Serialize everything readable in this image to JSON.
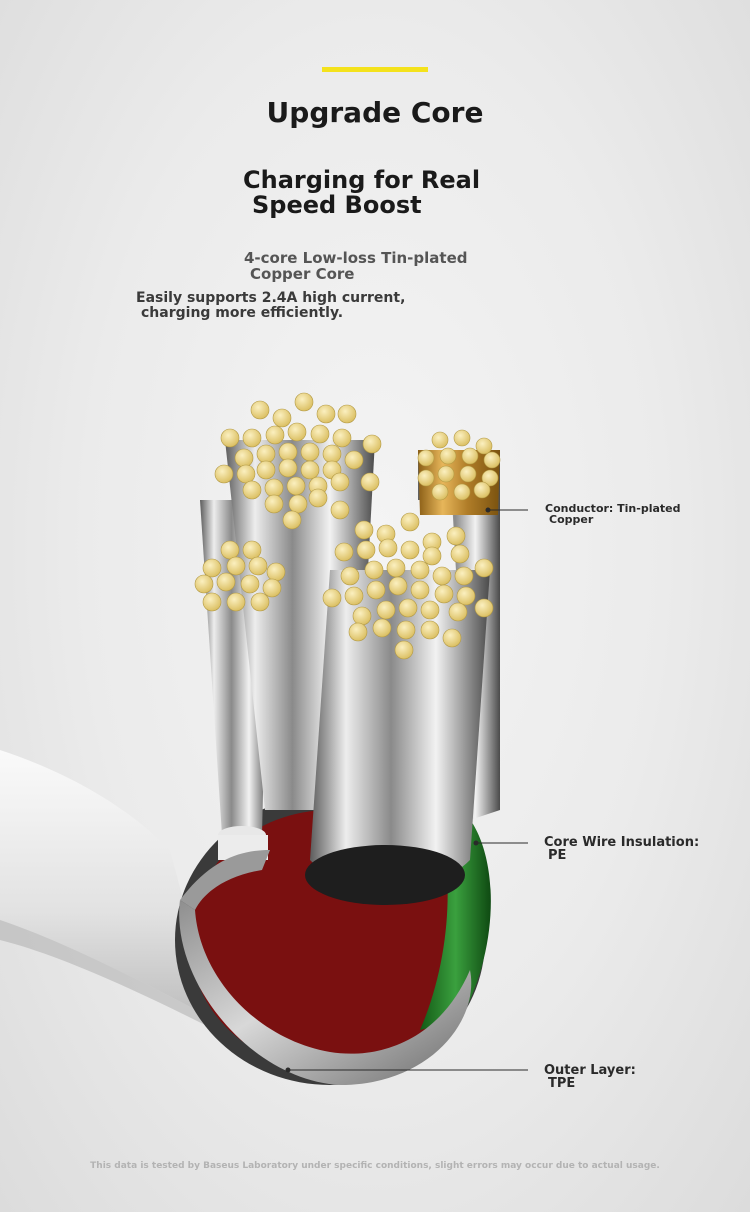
{
  "colors": {
    "accent": "#f4e21c",
    "copper": "#c99a3a",
    "tin": "#e9d17d",
    "insulation_green": "#2a8a2e",
    "insulation_red": "#b41e1e"
  },
  "header": {
    "title": "Upgrade Core"
  },
  "subtitle": {
    "line1": "Charging for Real",
    "line2": "Speed Boost"
  },
  "feature": {
    "line1": "4-core Low-loss Tin-plated",
    "line2": "Copper Core"
  },
  "description": {
    "line1": "Easily supports 2.4A high current,",
    "line2": "charging more efficiently."
  },
  "callouts": {
    "conductor": {
      "line1": "Conductor: Tin-plated",
      "line2": "Copper"
    },
    "insulation": {
      "line1": "Core Wire Insulation:",
      "line2": "PE"
    },
    "outer": {
      "line1": "Outer Layer:",
      "line2": "TPE"
    }
  },
  "footnote": "This data is tested by Baseus Laboratory under specific conditions, slight errors may occur due to actual usage.",
  "illustration": {
    "name": "cable-cross-section"
  }
}
